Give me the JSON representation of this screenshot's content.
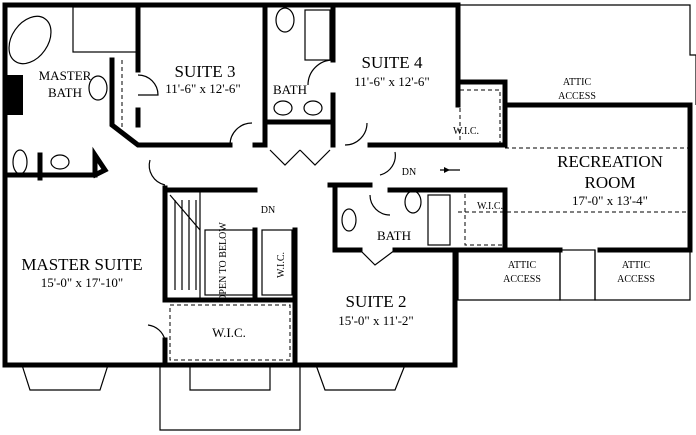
{
  "rooms": {
    "master_bath": {
      "line1": "MASTER",
      "line2": "BATH"
    },
    "suite3": {
      "name": "SUITE 3",
      "size": "11'-6\" x 12'-6\""
    },
    "bath_top": {
      "name": "BATH"
    },
    "suite4": {
      "name": "SUITE 4",
      "size": "11'-6\" x 12'-6\""
    },
    "attic_top": {
      "line1": "ATTIC",
      "line2": "ACCESS"
    },
    "wic_suite4": {
      "name": "W.I.C."
    },
    "dn_hall": {
      "name": "DN"
    },
    "recreation": {
      "line1": "RECREATION",
      "line2": "ROOM",
      "size": "17'-0\" x 13'-4\""
    },
    "wic_rec": {
      "name": "W.I.C."
    },
    "dn_stairs": {
      "name": "DN"
    },
    "open_to_below": {
      "name": "OPEN TO BELOW"
    },
    "wic_hall": {
      "name": "W.I.C."
    },
    "bath_suite2": {
      "name": "BATH"
    },
    "master_suite": {
      "name": "MASTER SUITE",
      "size": "15'-0\" x 17'-10\""
    },
    "attic_left": {
      "line1": "ATTIC",
      "line2": "ACCESS"
    },
    "attic_right": {
      "line1": "ATTIC",
      "line2": "ACCESS"
    },
    "suite2": {
      "name": "SUITE 2",
      "size": "15'-0\" x 11'-2\""
    },
    "wic_master": {
      "name": "W.I.C."
    }
  }
}
